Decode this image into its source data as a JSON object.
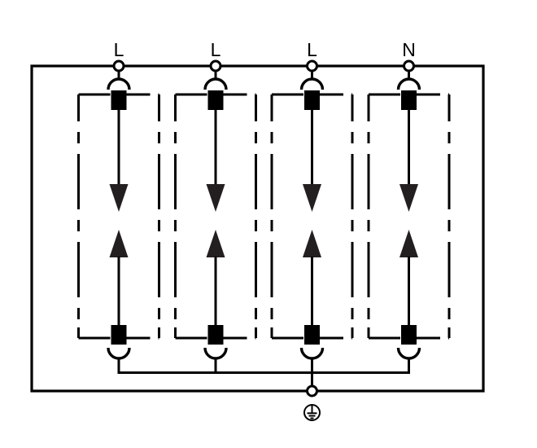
{
  "terminals": {
    "top": [
      {
        "label": "L"
      },
      {
        "label": "L"
      },
      {
        "label": "L"
      },
      {
        "label": "N"
      }
    ],
    "ground": {
      "icon": "protective-earth-icon"
    }
  },
  "colors": {
    "line": "#000000",
    "arrow_fill": "#231f20",
    "node_fill": "#ffffff",
    "background": "#ffffff"
  }
}
